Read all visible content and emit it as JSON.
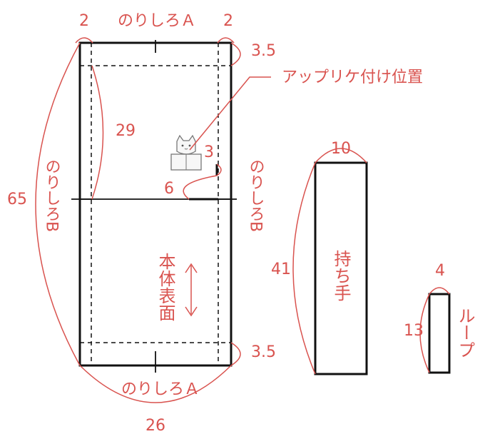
{
  "diagram": {
    "top_label_a": "のりしろＡ",
    "bottom_label_a": "のりしろＡ",
    "left_label_b": "のりしろB",
    "right_label_b": "のりしろB",
    "applique_label": "アップリケ付け位置",
    "body_label": "本体表面",
    "handle_label": "持ち手",
    "loop_label": "ループ",
    "dims": {
      "top_left_margin": "2",
      "top_right_margin": "2",
      "top_seam": "3.5",
      "bottom_seam": "3.5",
      "upper_height": "29",
      "applique_vertical": "3",
      "applique_horizontal": "6",
      "total_height": "65",
      "total_width": "26",
      "handle_width": "10",
      "handle_height": "41",
      "loop_width": "4",
      "loop_height": "13"
    }
  }
}
